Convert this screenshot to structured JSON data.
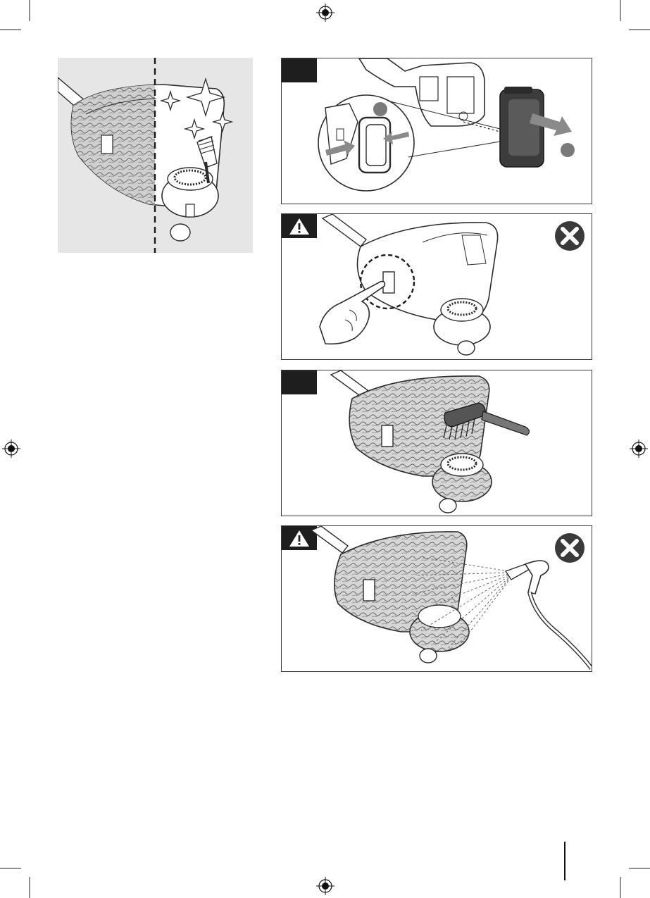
{
  "page": {
    "registration_marks": [
      "top-center",
      "left-middle",
      "right-middle",
      "bottom-center"
    ],
    "crop_marks": [
      "top-left",
      "top-right",
      "bottom-left",
      "bottom-right"
    ]
  },
  "figures": [
    {
      "id": "clean-result",
      "description_icons": [
        "trimmer-guard-dirty-half-icon",
        "sparkle-icon",
        "brush-icon"
      ]
    },
    {
      "id": "remove-battery",
      "icons": [
        "battery-pack-icon",
        "press-arrow-icon",
        "slide-arrow-icon",
        "callout-circle-icon"
      ]
    },
    {
      "id": "no-touch-blade",
      "icons": [
        "warning-triangle-icon",
        "prohibited-x-icon",
        "hand-icon"
      ]
    },
    {
      "id": "brush-clean",
      "icons": [
        "brush-icon"
      ]
    },
    {
      "id": "no-water-spray",
      "icons": [
        "warning-triangle-icon",
        "prohibited-x-icon",
        "garden-hose-icon"
      ]
    }
  ],
  "colors": {
    "ink": "#2b2b2b",
    "tab": "#1e1e1e",
    "panel_bg": "#e6e6e6",
    "prohibit": "#3a3a3a",
    "step_dot": "#7a7a7a"
  }
}
